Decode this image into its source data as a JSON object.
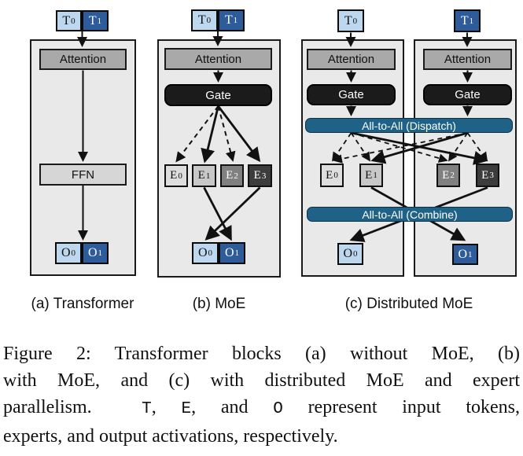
{
  "figure": {
    "kind": "transformer-moe-architecture-diagram"
  },
  "colors": {
    "token_light_blue": "#BDD7EE",
    "token_dark_blue": "#2E5C9A",
    "panel_background": "#E9E9E9",
    "attention_fill": "#A9A9A9",
    "ffn_fill": "#D6D6D6",
    "gate_fill": "#1B1B1B",
    "alltoall_teal": "#1E6387",
    "expert_fills": [
      "#DEDEDE",
      "#C8C8C8",
      "#808080",
      "#3C3C3C"
    ],
    "wire_color": "#111111"
  },
  "tokens": {
    "t0": {
      "base": "T",
      "sub": "0"
    },
    "t1": {
      "base": "T",
      "sub": "1"
    },
    "o0": {
      "base": "O",
      "sub": "0"
    },
    "o1": {
      "base": "O",
      "sub": "1"
    },
    "e0": {
      "base": "E",
      "sub": "0"
    },
    "e1": {
      "base": "E",
      "sub": "1"
    },
    "e2": {
      "base": "E",
      "sub": "2"
    },
    "e3": {
      "base": "E",
      "sub": "3"
    }
  },
  "blocks": {
    "attention": "Attention",
    "ffn": "FFN",
    "gate": "Gate",
    "dispatch": "All-to-All (Dispatch)",
    "combine": "All-to-All (Combine)"
  },
  "subcaptions": {
    "a": "(a) Transformer",
    "b": "(b) MoE",
    "c": "(c) Distributed MoE"
  },
  "caption": {
    "line1": "Figure 2: Transformer blocks (a) without MoE, (b)",
    "line2": "with MoE, and (c) with distributed MoE and expert",
    "line3_parts": {
      "p1": "parallelism.  ",
      "t": "T",
      "c1": ", ",
      "e": "E",
      "c2": ", and ",
      "o": "O",
      "p2": " represent input tokens,"
    },
    "line4": "experts, and output activations, respectively."
  }
}
